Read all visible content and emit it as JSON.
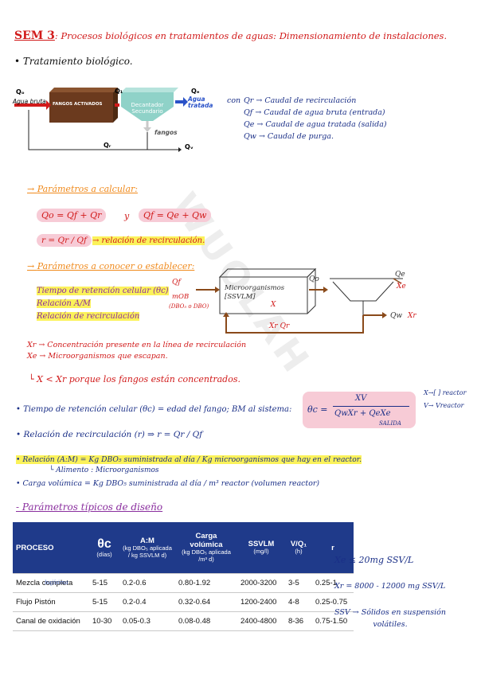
{
  "header": {
    "sem_label": "SEM 3",
    "title": ": Procesos biológicos en tratamientos de aguas: Dimensionamiento de instalaciones."
  },
  "section1": {
    "title": "• Tratamiento biológico."
  },
  "diagram1": {
    "q_in": "Qₒ",
    "agua_bruta": "Agua bruta",
    "tank_label": "FANGOS ACTIVADOS",
    "q_mid": "Q₁",
    "decantador": "Decantador Secundario",
    "q_out": "Qₑ",
    "agua_tratada": "Agua tratada",
    "fangos": "fangos",
    "q_r": "Qᵣ",
    "q_w": "Qᵥ"
  },
  "legend": {
    "intro": "con",
    "items": [
      "Qr → Caudal de recirculación",
      "Qf → Caudal de agua bruta (entrada)",
      "Qe → Caudal de agua tratada (salida)",
      "Qw → Caudal de purga."
    ]
  },
  "calc": {
    "heading": "Parámetros a calcular:",
    "eq1": "Qo = Qf + Qr",
    "eq_y": "y",
    "eq2": "Qf = Qe + Qw",
    "eq3": "r = Qr / Qf",
    "eq3_note": "→ relación de recirculación."
  },
  "known": {
    "heading": "Parámetros a conocer o establecer:",
    "items": [
      "Tiempo de retención celular (θc)",
      "Relación A/M",
      "Relación de recirculación"
    ],
    "diagram": {
      "qf": "Qf",
      "mob": "mOB",
      "dbo": "(DBO₅ o DBO)",
      "box": "Microorganismos [SSVLM]",
      "x": "X",
      "qo": "Qo",
      "qe": "Qe",
      "xe": "Xe",
      "qw": "Qw",
      "xr": "Xr",
      "xr_qr": "Xr Qr"
    },
    "notes": [
      "Xr → Concentración presente en la línea de recirculación",
      "Xe → Microorganismos que escapan."
    ],
    "conclusion": "X < Xr porque los fangos están concentrados."
  },
  "defs": {
    "theta_text": "• Tiempo de retención celular (θc) = edad del fango; BM al sistema:",
    "theta_eq_lhs": "θc =",
    "theta_num": "XV",
    "theta_den": "QwXr + QeXe",
    "salida": "SALIDA",
    "arrow1": "X→[ ] reactor",
    "arrow2": "V→ Vreactor",
    "recirc": "• Relación de recirculación (r) ⇒ r = Qr / Qf",
    "am": "• Relación (A:M) = Kg DBO₅ suministrada al día / Kg microorganismos que hay en el reactor.",
    "alimento": "└ Alimento : Microorganismos",
    "carga": "• Carga volúmica = Kg DBO₅ suministrada al día / m³ reactor (volumen reactor)"
  },
  "typical": {
    "heading": "- Parámetros típicos de diseño"
  },
  "table": {
    "headers": [
      {
        "main": "PROCESO",
        "sub": ""
      },
      {
        "main": "θc",
        "sub": "(días)"
      },
      {
        "main": "A:M",
        "sub": "(kg DBO₅ aplicada / kg SSVLM d)"
      },
      {
        "main": "Carga volúmica",
        "sub": "(kg DBO₅ aplicada /m³ d)"
      },
      {
        "main": "SSVLM",
        "sub": "(mg/l)"
      },
      {
        "main": "V/Q₁",
        "sub": "(h)"
      },
      {
        "main": "r",
        "sub": ""
      }
    ],
    "rows": [
      [
        "Mezcla completa",
        "5-15",
        "0.2-0.6",
        "0.80-1.92",
        "2000-3200",
        "3-5",
        "0.25-1"
      ],
      [
        "Flujo Pistón",
        "5-15",
        "0.2-0.4",
        "0.32-0.64",
        "1200-2400",
        "4-8",
        "0.25-0.75"
      ],
      [
        "Canal de oxidación",
        "10-30",
        "0.05-0.3",
        "0.08-0.48",
        "2400-4800",
        "8-36",
        "0.75-1.50"
      ]
    ],
    "handwritten_under": "bajísima"
  },
  "side_notes": [
    "Xe ≤ 20mg SSV/L",
    "Xr = 8000 - 12000 mg SSV/L",
    "SSV → Sólidos en suspensión volátiles."
  ],
  "colors": {
    "red": "#d11a1a",
    "navy": "#1a2f87",
    "orange": "#f08a1c",
    "purple": "#8a2e9e",
    "highlight_yellow": "#fbf25a",
    "highlight_pink": "#f7cbd6",
    "table_header": "#1f3a8a",
    "tank_brown": "#6b3a1e",
    "decanter_green": "#8fd2c8"
  }
}
